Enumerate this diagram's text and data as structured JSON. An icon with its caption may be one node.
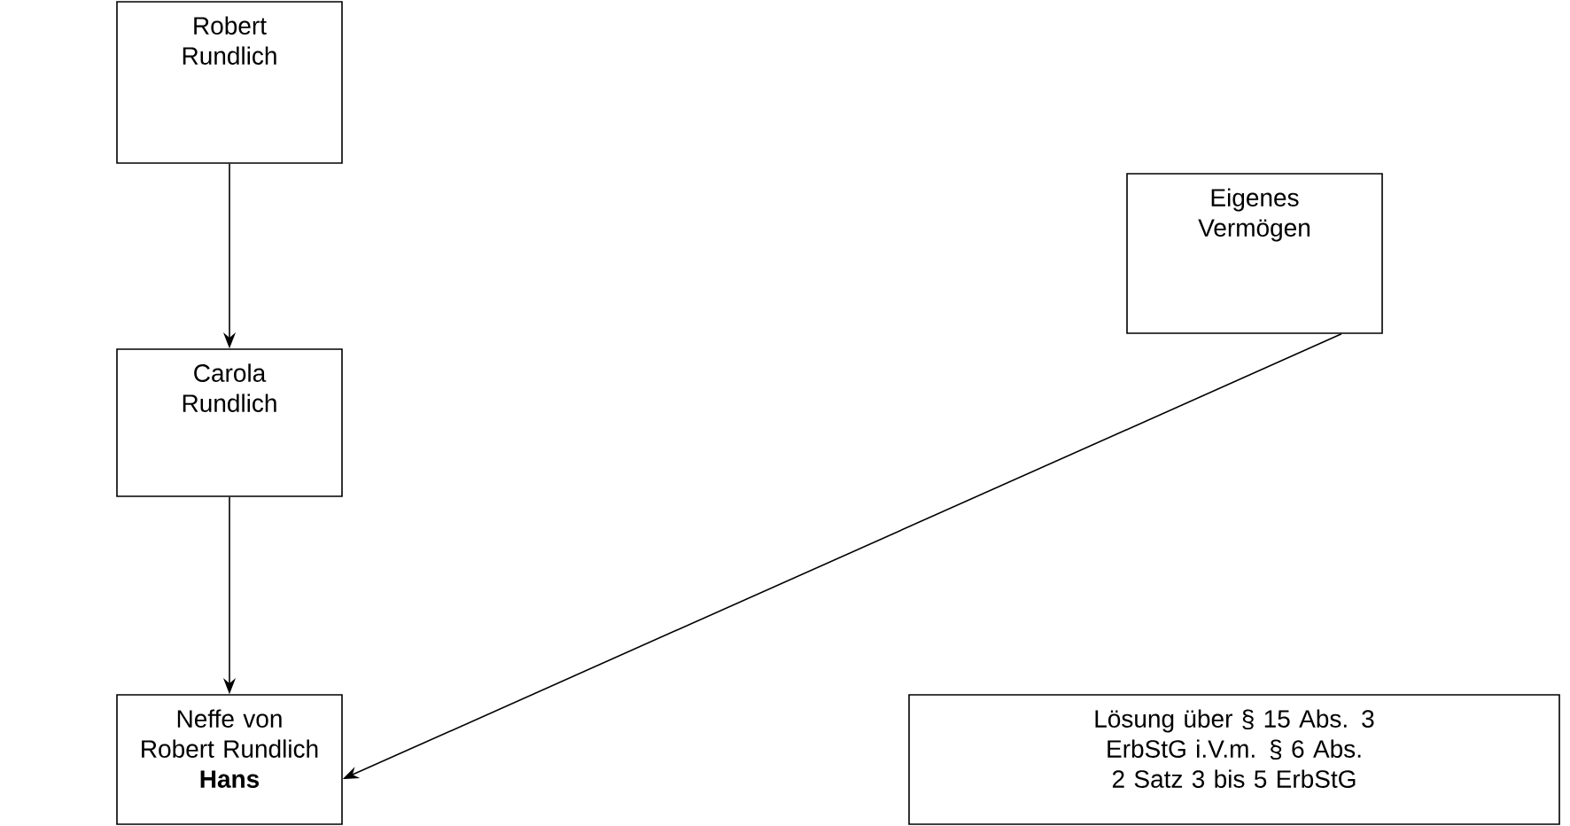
{
  "diagram": {
    "nodes": [
      {
        "text": [
          "Robert Rundlich"
        ]
      },
      {
        "text": [
          "Carola Rundlich"
        ]
      },
      {
        "text": [
          "Neffe von Robert Rundlich",
          "Hans"
        ]
      },
      {
        "text": [
          "Eigenes Vermögen"
        ]
      },
      {
        "text": [
          "Lösung über § 15 Abs. 3 ErbStG i.V.m. § 6 Abs. 2 Satz 3 bis 5 ErbStG"
        ]
      }
    ],
    "edges": [
      {
        "from": 0,
        "to": 1,
        "arrow": "to"
      },
      {
        "from": 1,
        "to": 2,
        "arrow": "to"
      },
      {
        "from": 3,
        "to": 2,
        "arrow": "to"
      }
    ]
  }
}
